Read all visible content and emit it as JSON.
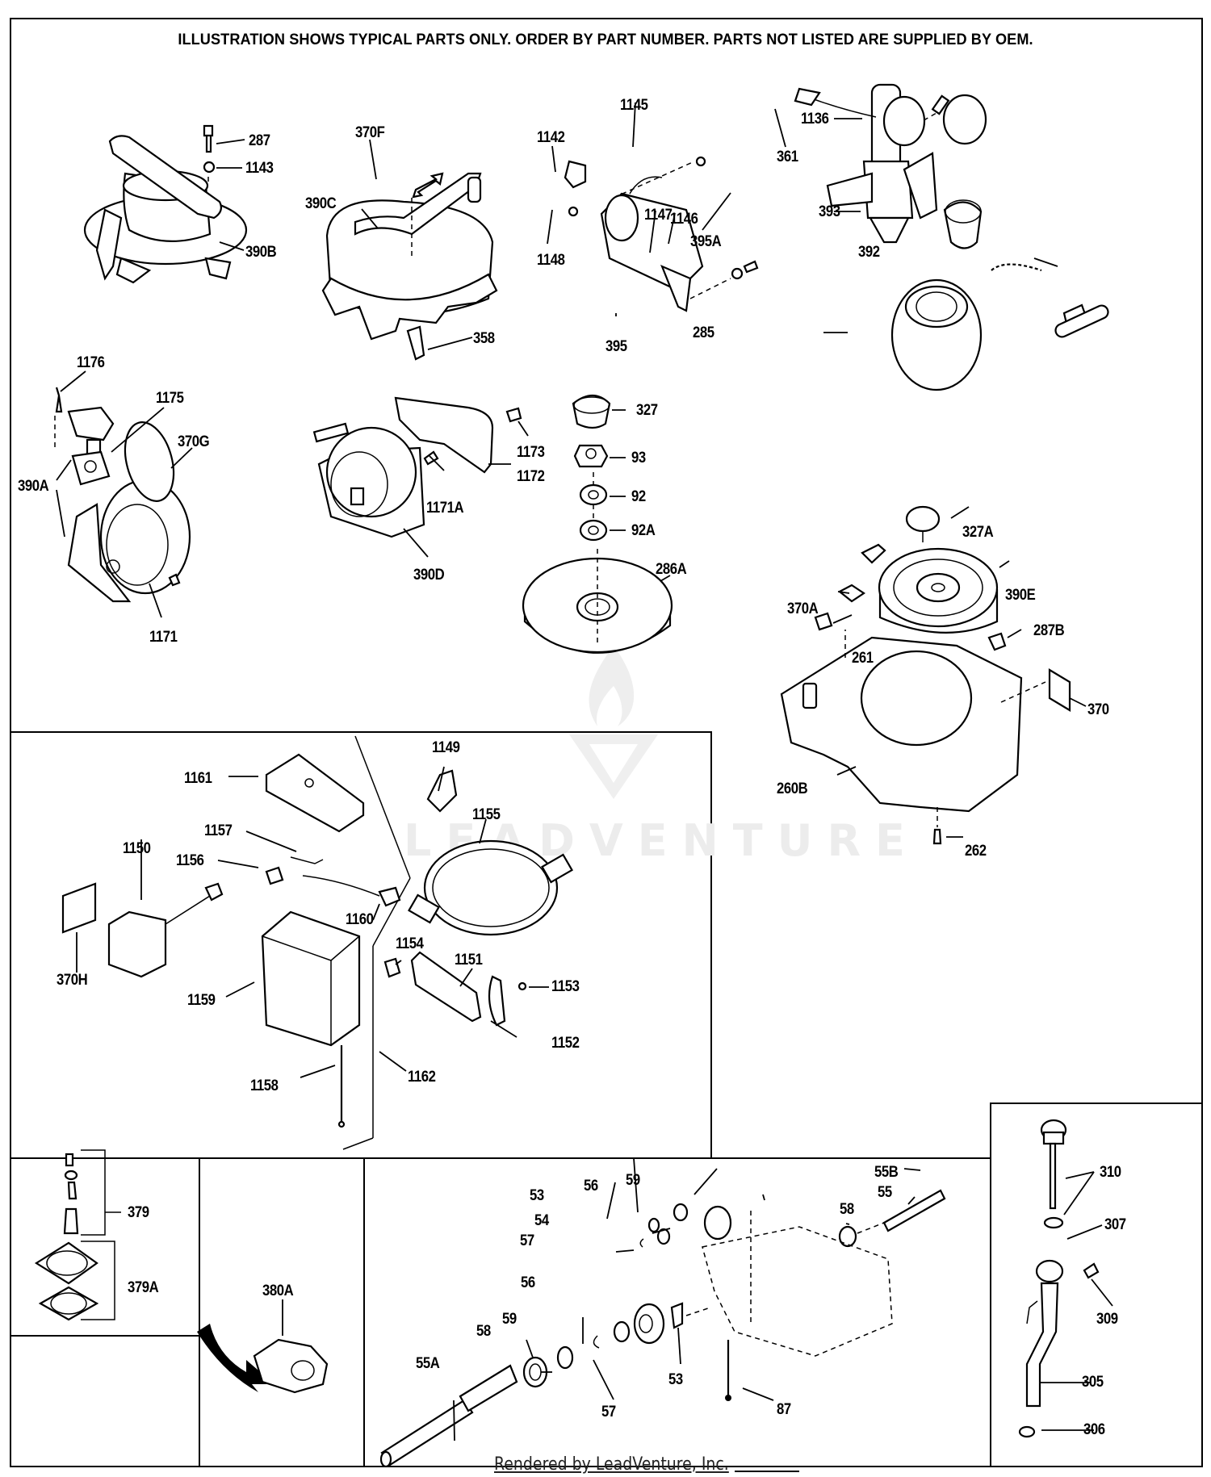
{
  "header": {
    "notice": "ILLUSTRATION SHOWS TYPICAL PARTS ONLY. ORDER BY PART NUMBER. PARTS NOT LISTED ARE SUPPLIED BY OEM."
  },
  "watermark": {
    "text": "LEADVENTURE",
    "logo": "leadventure-flame-v-logo"
  },
  "footer": {
    "credit": "Rendered by LeadVenture, Inc."
  },
  "sections": {
    "starters_top": {
      "labels": [
        "287",
        "1143",
        "390B",
        "370F",
        "390C",
        "358",
        "1142",
        "1145",
        "1148",
        "1147",
        "1146",
        "395",
        "361",
        "395A",
        "1136",
        "393",
        "392",
        "285"
      ]
    },
    "recoil_middle": {
      "labels": [
        "1176",
        "1175",
        "370G",
        "390A",
        "1171",
        "1173",
        "1172",
        "1171A",
        "390D",
        "327",
        "93",
        "92",
        "92A",
        "286A"
      ]
    },
    "blower_housing": {
      "labels": [
        "327A",
        "390E",
        "370A",
        "287B",
        "261",
        "370",
        "260B",
        "262"
      ]
    },
    "electric_start_kit": {
      "labels": [
        "1149",
        "1161",
        "1155",
        "1157",
        "1150",
        "1156",
        "1160",
        "370H",
        "1154",
        "1151",
        "1153",
        "1159",
        "1152",
        "1158",
        "1162"
      ]
    },
    "carburetor_kit": {
      "labels": [
        "379",
        "379A",
        "380A"
      ]
    },
    "reduction_gears": {
      "labels": [
        "55B",
        "59",
        "56",
        "53",
        "55",
        "58",
        "54",
        "57",
        "56",
        "58",
        "59",
        "55A",
        "53",
        "57",
        "87"
      ]
    },
    "oil_fill": {
      "labels": [
        "310",
        "307",
        "309",
        "305",
        "306"
      ]
    }
  }
}
